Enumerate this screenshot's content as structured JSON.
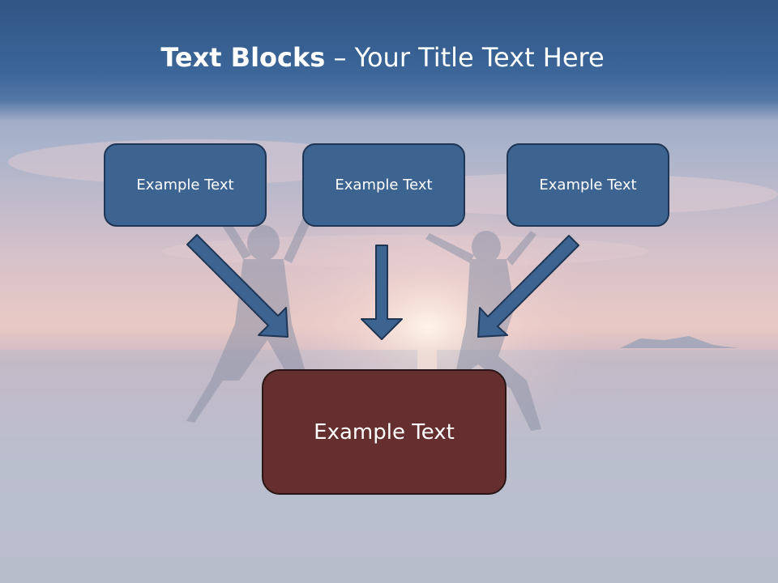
{
  "slide": {
    "title_bold": "Text Blocks",
    "title_separator": " – ",
    "title_rest": "Your Title Text Here"
  },
  "blocks": [
    {
      "label": "Example Text"
    },
    {
      "label": "Example Text"
    },
    {
      "label": "Example Text"
    }
  ],
  "target_block": {
    "label": "Example Text"
  },
  "colors": {
    "title_bar": "#3c6699",
    "block_fill": "#3d6391",
    "block_border": "#1e3554",
    "target_fill": "#652f2f",
    "arrow_fill": "#3d6391"
  }
}
